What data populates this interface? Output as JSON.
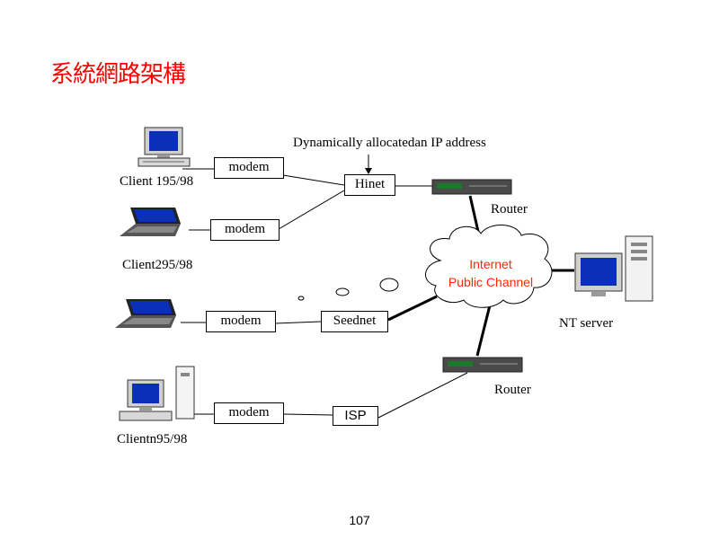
{
  "title": "系統網路架構",
  "annotation": "Dynamically allocatedan IP address",
  "clients": [
    {
      "label": "Client 195/98"
    },
    {
      "label": "Client295/98"
    },
    {
      "label": ""
    },
    {
      "label": "Clientn95/98"
    }
  ],
  "modems": [
    "modem",
    "modem",
    "modem",
    "modem"
  ],
  "providers": {
    "hinet": "Hinet",
    "seednet": "Seednet",
    "isp": "ISP"
  },
  "routers": [
    "Router",
    "Router"
  ],
  "cloud": {
    "line1": "Internet",
    "line2": "Public Channel"
  },
  "server": {
    "label": "NT    server"
  },
  "page_number": "107",
  "colors": {
    "title": "#ff0000",
    "cloud_text": "#ff2a00",
    "screen": "#0a2fb8",
    "router": "#4a4a4a"
  }
}
